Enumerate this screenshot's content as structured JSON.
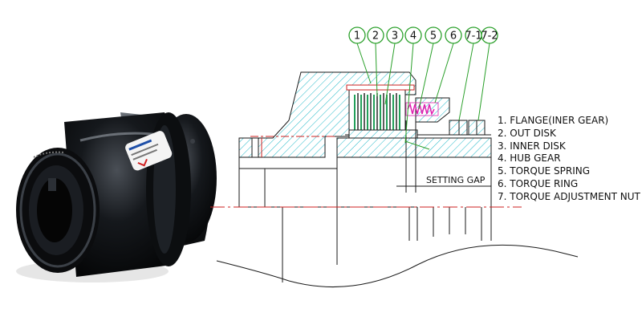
{
  "callouts": [
    "1",
    "2",
    "3",
    "4",
    "5",
    "6",
    "7-1",
    "7-2"
  ],
  "legend": [
    "1. FLANGE(INER GEAR)",
    "2. OUT DISK",
    "3. INNER DISK",
    "4. HUB GEAR",
    "5. TORQUE SPRING",
    "6. TORQUE RING",
    "7. TORQUE ADJUSTMENT NUT"
  ],
  "setting_gap_label": "SETTING GAP",
  "colors": {
    "hatch": "#22b8c8",
    "outline": "#1a1a1a",
    "callout": "#2aa02a",
    "spring": "#e020b0",
    "centerline": "#cc2222",
    "leader": "#2aa02a"
  }
}
